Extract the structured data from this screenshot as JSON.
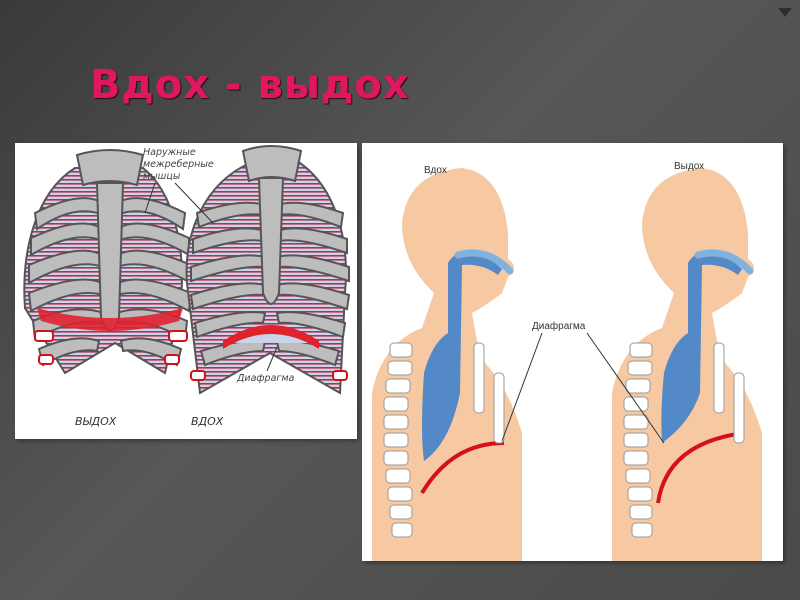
{
  "slide": {
    "title": "Вдох - выдох"
  },
  "left_figure": {
    "muscle_label_lines": [
      "Наружные",
      "межреберные",
      "мышцы"
    ],
    "diaphragm_label": "Диафрагма",
    "caption_left": "ВЫДОХ",
    "caption_right": "ВДОХ"
  },
  "right_figure": {
    "label_inhale": "Вдох",
    "label_exhale": "Выдох",
    "diaphragm_label": "Диафрагма"
  },
  "colors": {
    "title": "#e0175f",
    "background": "#4f4f4f",
    "bone_fill": "#bfbfbf",
    "lung_fill": "#4a86c8",
    "skin_fill": "#f6c9a3",
    "diaphragm": "#d4101a"
  }
}
